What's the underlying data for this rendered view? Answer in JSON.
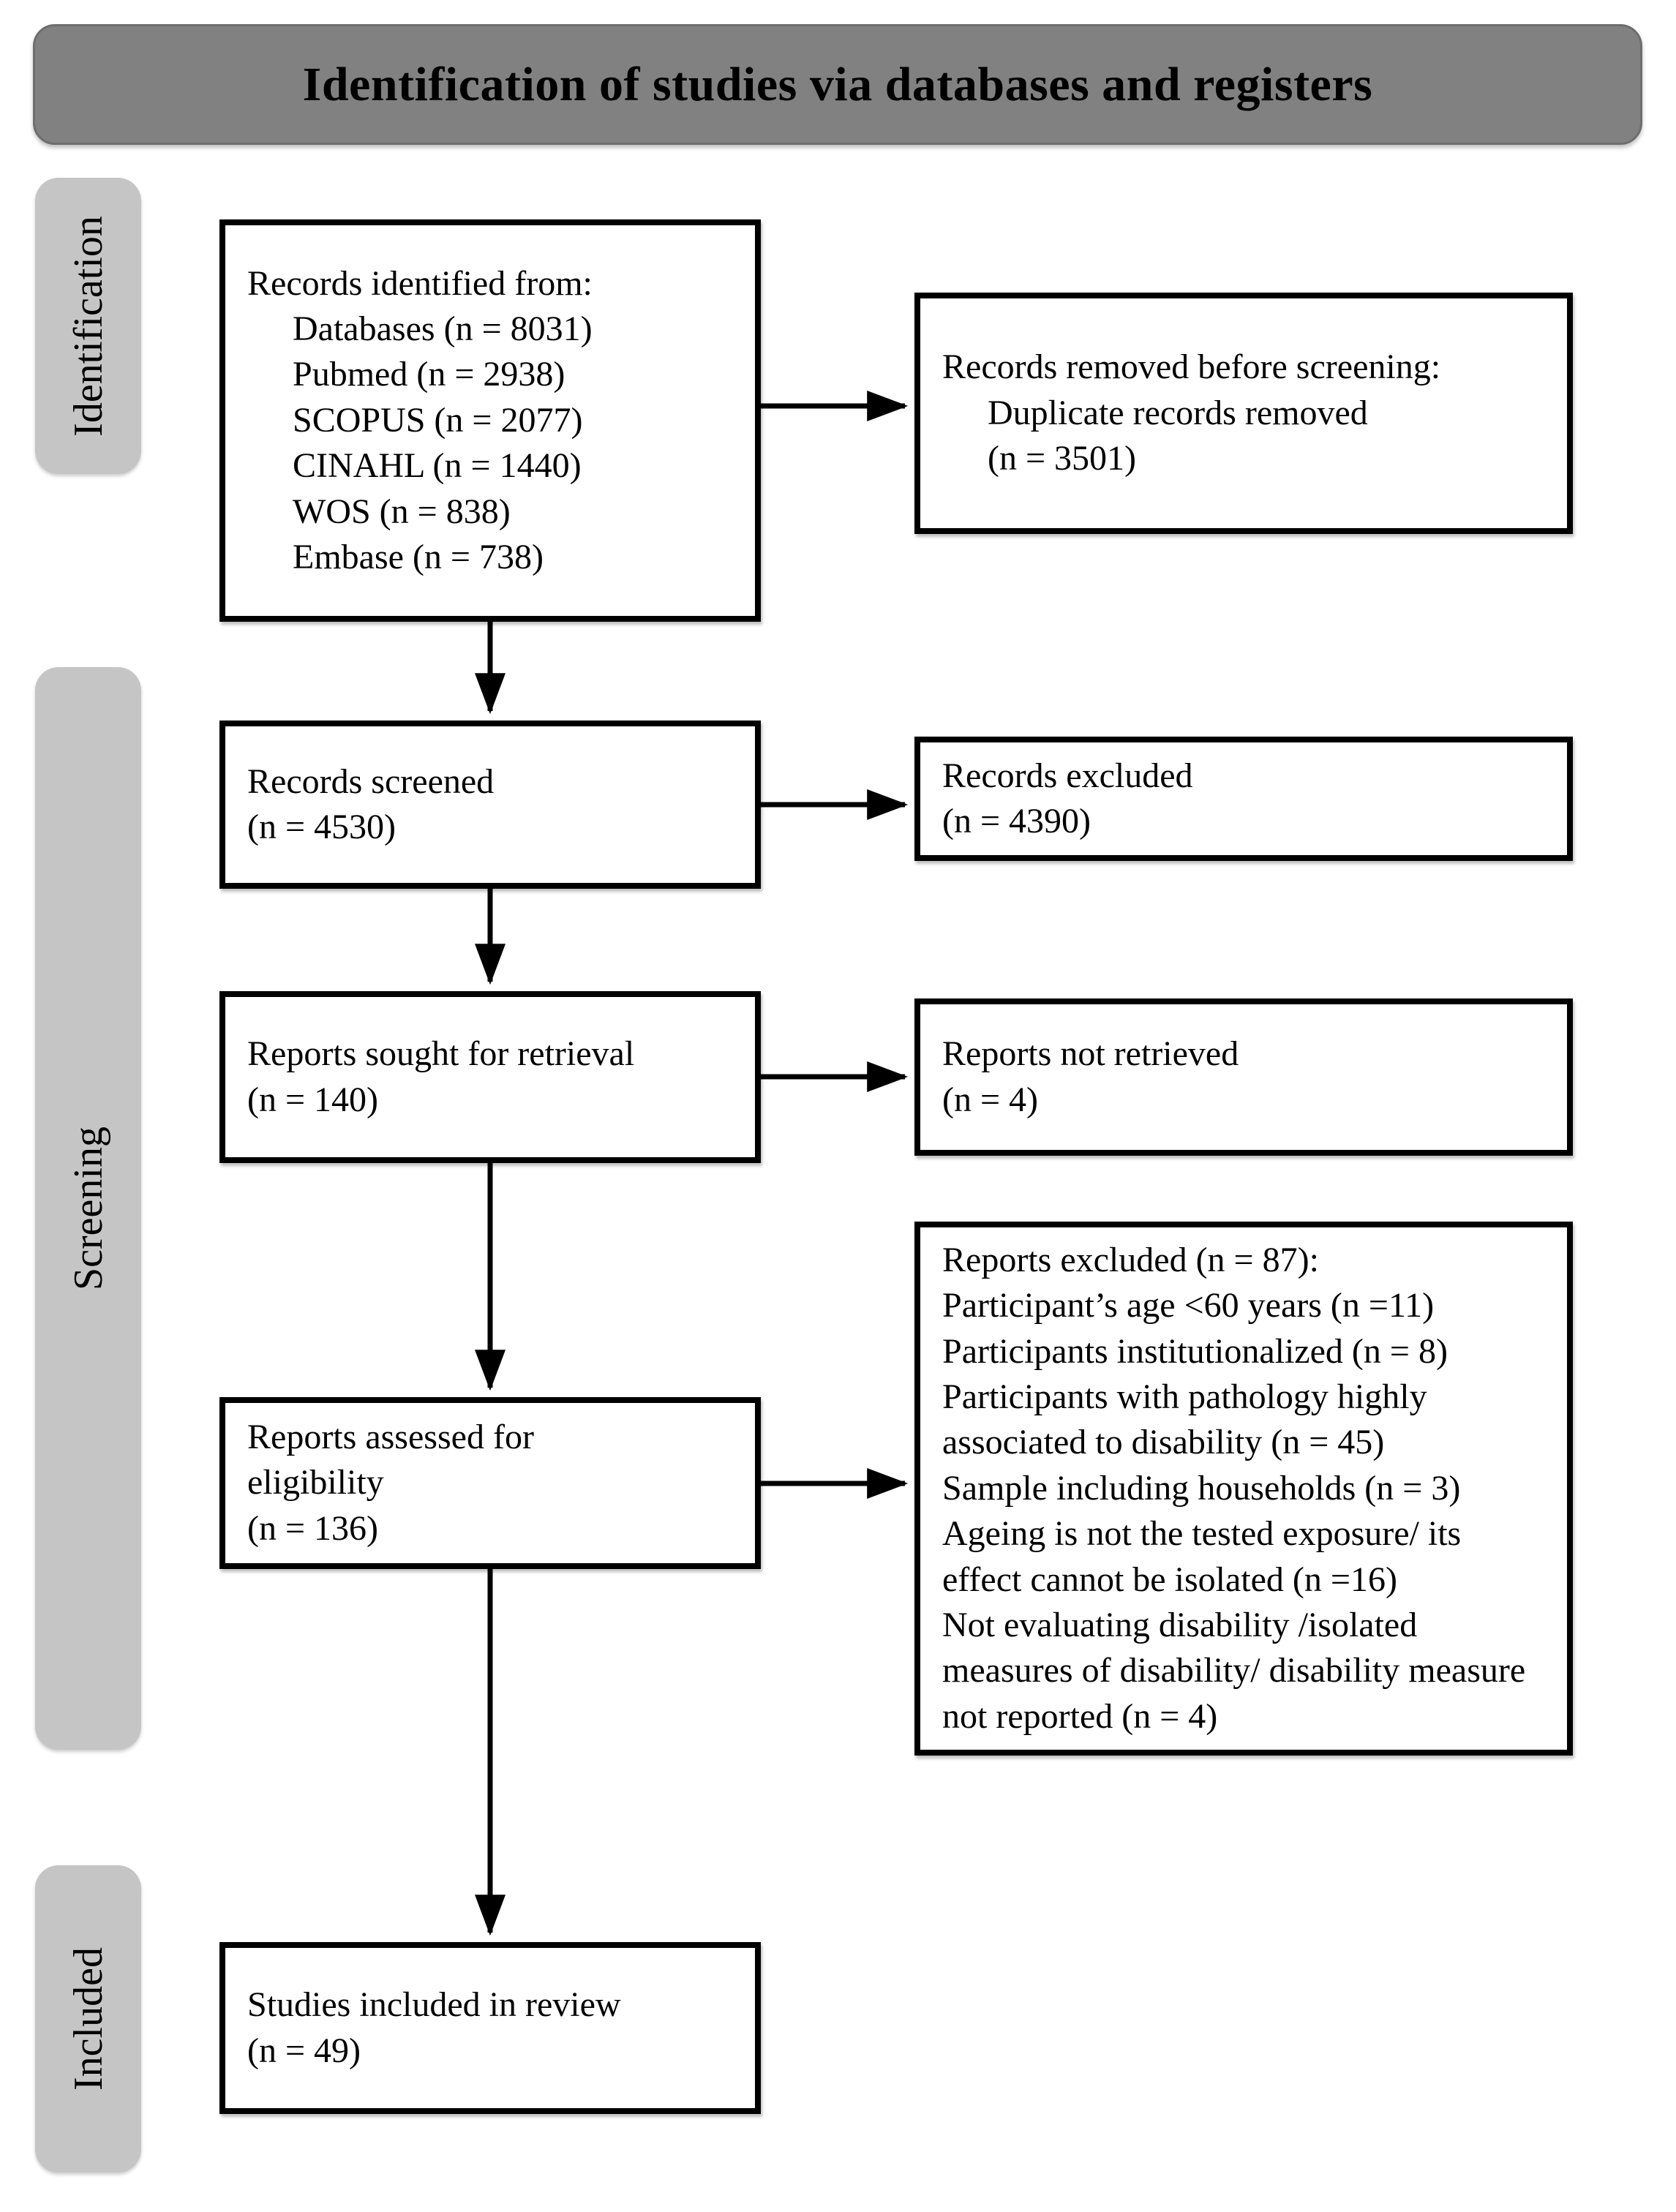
{
  "title": "Identification of studies via databases and registers",
  "stages": [
    {
      "label": "Identification"
    },
    {
      "label": "Screening"
    },
    {
      "label": "Included"
    }
  ],
  "boxes": {
    "records_identified": {
      "lines": [
        "Records identified from:",
        "Databases (n = 8031)",
        "Pubmed (n = 2938)",
        "SCOPUS (n = 2077)",
        "CINAHL (n = 1440)",
        "WOS (n = 838)",
        "Embase (n = 738)"
      ]
    },
    "records_removed": {
      "lines": [
        "Records removed before screening:",
        "Duplicate records removed",
        "(n = 3501)"
      ]
    },
    "records_screened": {
      "lines": [
        "Records screened",
        "(n = 4530)"
      ]
    },
    "records_excluded": {
      "lines": [
        "Records excluded",
        "(n = 4390)"
      ]
    },
    "reports_sought": {
      "lines": [
        "Reports sought for retrieval",
        "(n = 140)"
      ]
    },
    "reports_not_retrieved": {
      "lines": [
        "Reports not retrieved",
        "(n = 4)"
      ]
    },
    "reports_assessed": {
      "lines": [
        "Reports assessed for",
        "eligibility",
        "(n = 136)"
      ]
    },
    "reports_excluded": {
      "lines": [
        "Reports excluded (n = 87):",
        "Participant’s age <60 years (n =11)",
        "Participants institutionalized (n = 8)",
        "Participants with pathology highly associated to disability (n = 45)",
        "Sample including households (n = 3)",
        "Ageing is not the tested exposure/ its effect cannot be isolated (n =16)",
        "Not evaluating disability /isolated measures of disability/ disability measure not reported (n = 4)"
      ]
    },
    "studies_included": {
      "lines": [
        "Studies included in review",
        "(n = 49)"
      ]
    }
  },
  "colors": {
    "banner_bg": "#818181",
    "stage_bg": "#c5c5c5",
    "box_border": "#000000",
    "canvas_bg": "#ffffff",
    "text": "#000000"
  }
}
